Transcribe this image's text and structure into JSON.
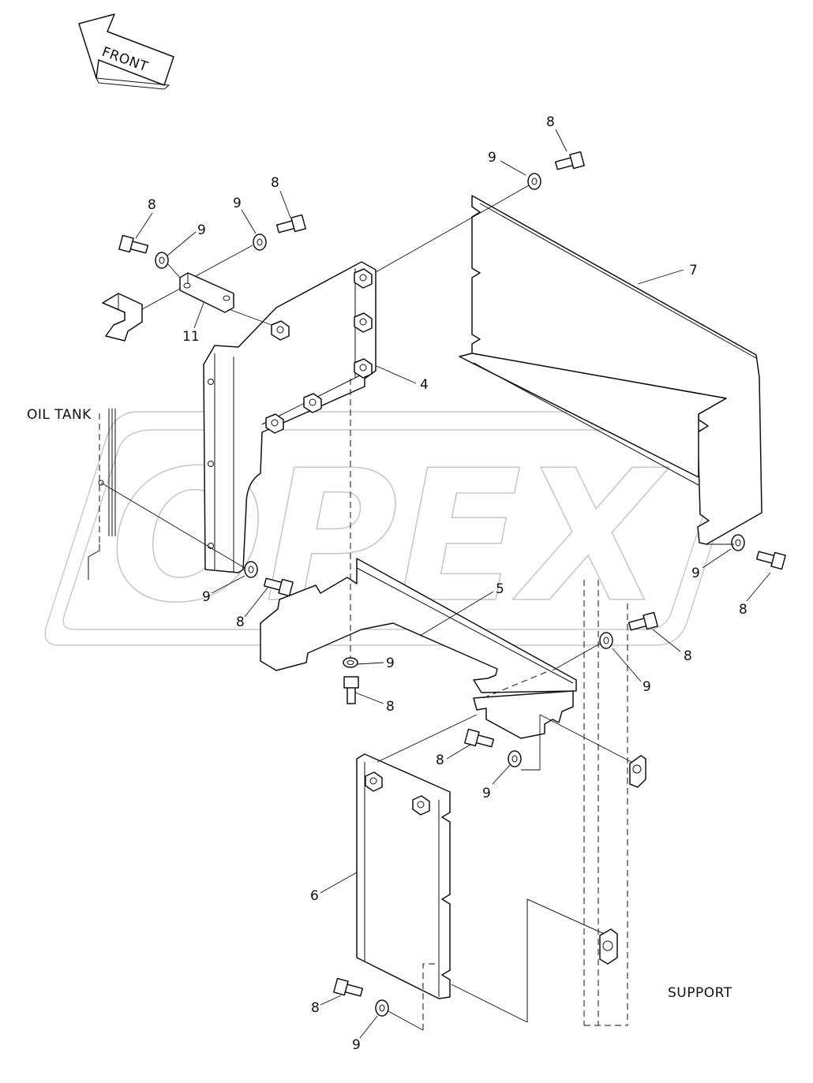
{
  "labels": {
    "front": "FRONT",
    "oil_tank": "OIL TANK",
    "support": "SUPPORT"
  },
  "watermark": "OPEX",
  "callouts": {
    "c4": "4",
    "c5": "5",
    "c6": "6",
    "c7": "7",
    "c11": "11",
    "c8a": "8",
    "c8b": "8",
    "c8c": "8",
    "c8d": "8",
    "c8e": "8",
    "c8f": "8",
    "c8g": "8",
    "c8h": "8",
    "c8i": "8",
    "c9a": "9",
    "c9b": "9",
    "c9c": "9",
    "c9d": "9",
    "c9e": "9",
    "c9f": "9",
    "c9g": "9",
    "c9h": "9",
    "c9i": "9"
  },
  "colors": {
    "line": "#111111",
    "watermark": "#c8c8c8",
    "background": "#ffffff"
  }
}
